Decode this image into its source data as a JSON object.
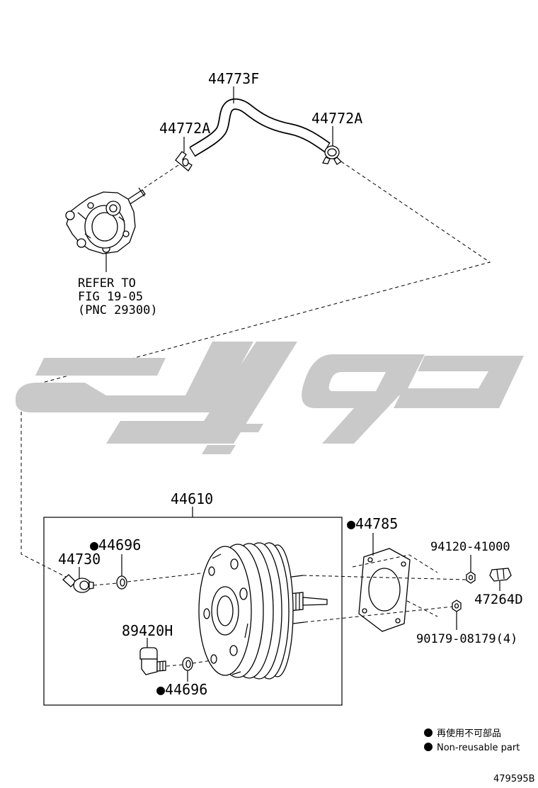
{
  "labels": {
    "hose": "44773F",
    "clamp_left": "44772A",
    "clamp_right": "44772A",
    "refer_line1": "REFER TO",
    "refer_line2": "FIG 19-05",
    "refer_line3": "(PNC 29300)",
    "booster_assy": "44610",
    "gasket": "●44785",
    "grommet_upper": "●44696",
    "check_valve": "44730",
    "nut_upper": "94120-41000",
    "clip": "47264D",
    "sensor": "89420H",
    "nut_lower": "90179-08179(4)",
    "grommet_lower": "●44696"
  },
  "legend": {
    "jp": "再使用不可部品",
    "en": "Non-reusable part"
  },
  "figure_id": "479595B",
  "colors": {
    "line": "#000000",
    "watermark": "#c9c9c9",
    "background": "#ffffff"
  }
}
